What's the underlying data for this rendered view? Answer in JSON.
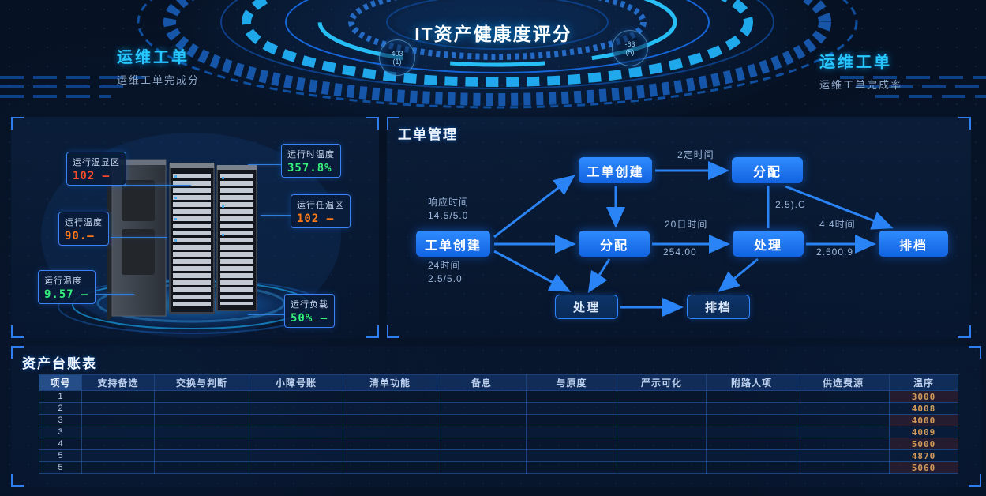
{
  "header": {
    "title": "IT资产健康度评分",
    "left_stat": {
      "title": "运维工单",
      "subtitle": "运维工单完成分"
    },
    "right_stat": {
      "title": "运维工单",
      "subtitle": "运维工单完成率"
    },
    "left_gauge": {
      "value": "403",
      "sub": "(1)"
    },
    "right_gauge": {
      "value": "-63",
      "sub": "(5)"
    }
  },
  "rack": {
    "callouts": [
      {
        "label": "运行温显区",
        "value": "102 —",
        "color": "#ff4a2a"
      },
      {
        "label": "运行时温度",
        "value": "357.8%",
        "color": "#35f07a"
      },
      {
        "label": "运行任温区",
        "value": "102 —",
        "color": "#ff7a1a"
      },
      {
        "label": "运行温度",
        "value": "90.—",
        "color": "#ff7a1a"
      },
      {
        "label": "运行温度",
        "value": "9.57 —",
        "color": "#35f07a"
      },
      {
        "label": "运行负载",
        "value": "50% —",
        "color": "#35f07a"
      }
    ]
  },
  "flow": {
    "title": "工单管理",
    "nodes": {
      "create_left": "工单创建",
      "create_top": "工单创建",
      "assign_top": "分配",
      "assign_mid": "分配",
      "handle_mid": "处理",
      "archive_right": "排档",
      "handle_bottom": "处理",
      "archive_bottom": "排档"
    },
    "edge_labels": {
      "create_to_top_l1": "响应时间",
      "create_to_top_l2": "14.5/5.0",
      "create_to_bottom_l1": "24时间",
      "create_to_bottom_l2": "2.5/5.0",
      "top_row": "2定时间",
      "assign_vertical": "2.5).C",
      "assign_handle_l1": "20日时间",
      "assign_handle_l2": "254.00",
      "handle_archive_l1": "4.4时间",
      "handle_archive_l2": "2.500.9"
    }
  },
  "table": {
    "title": "资产台账表",
    "columns": [
      "项号",
      "支持备选",
      "交换与判断",
      "小障号账",
      "清单功能",
      "备息",
      "与原度",
      "严示可化",
      "附路人项",
      "供选费源",
      "温序"
    ],
    "rows": [
      {
        "no": "1",
        "value": "3000"
      },
      {
        "no": "2",
        "value": "4008"
      },
      {
        "no": "3",
        "value": "4000"
      },
      {
        "no": "3",
        "value": "4009"
      },
      {
        "no": "4",
        "value": "5000"
      },
      {
        "no": "5",
        "value": "4870"
      },
      {
        "no": "5",
        "value": "5060"
      }
    ]
  },
  "colors": {
    "accent_cyan": "#29c7ff",
    "accent_blue": "#2a84f5",
    "value_red": "#ff4a2a",
    "value_green": "#35f07a",
    "value_orange": "#ff7a1a"
  }
}
